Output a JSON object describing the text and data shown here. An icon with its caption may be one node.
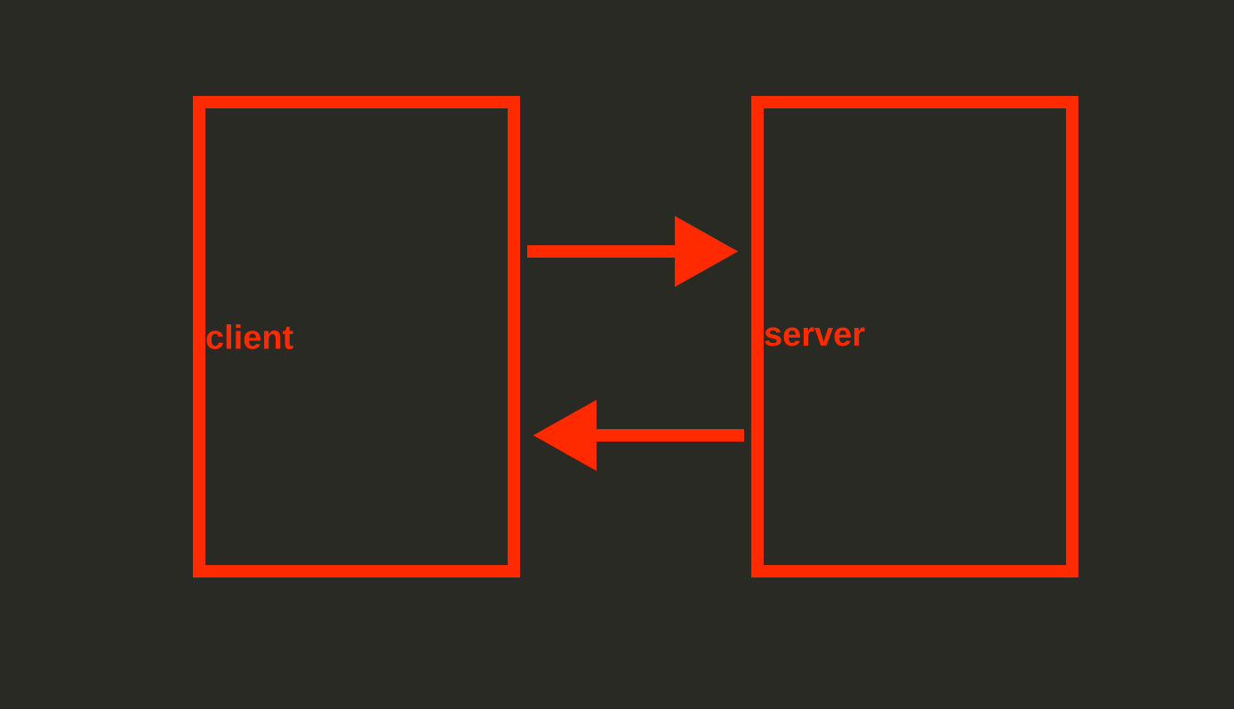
{
  "diagram": {
    "nodes": [
      {
        "text": [
          "client"
        ]
      },
      {
        "text": [
          "server"
        ]
      }
    ],
    "edges": [
      {
        "from": 0,
        "to": 1,
        "arrow": "to"
      },
      {
        "from": 1,
        "to": 0,
        "arrow": "to"
      }
    ]
  }
}
